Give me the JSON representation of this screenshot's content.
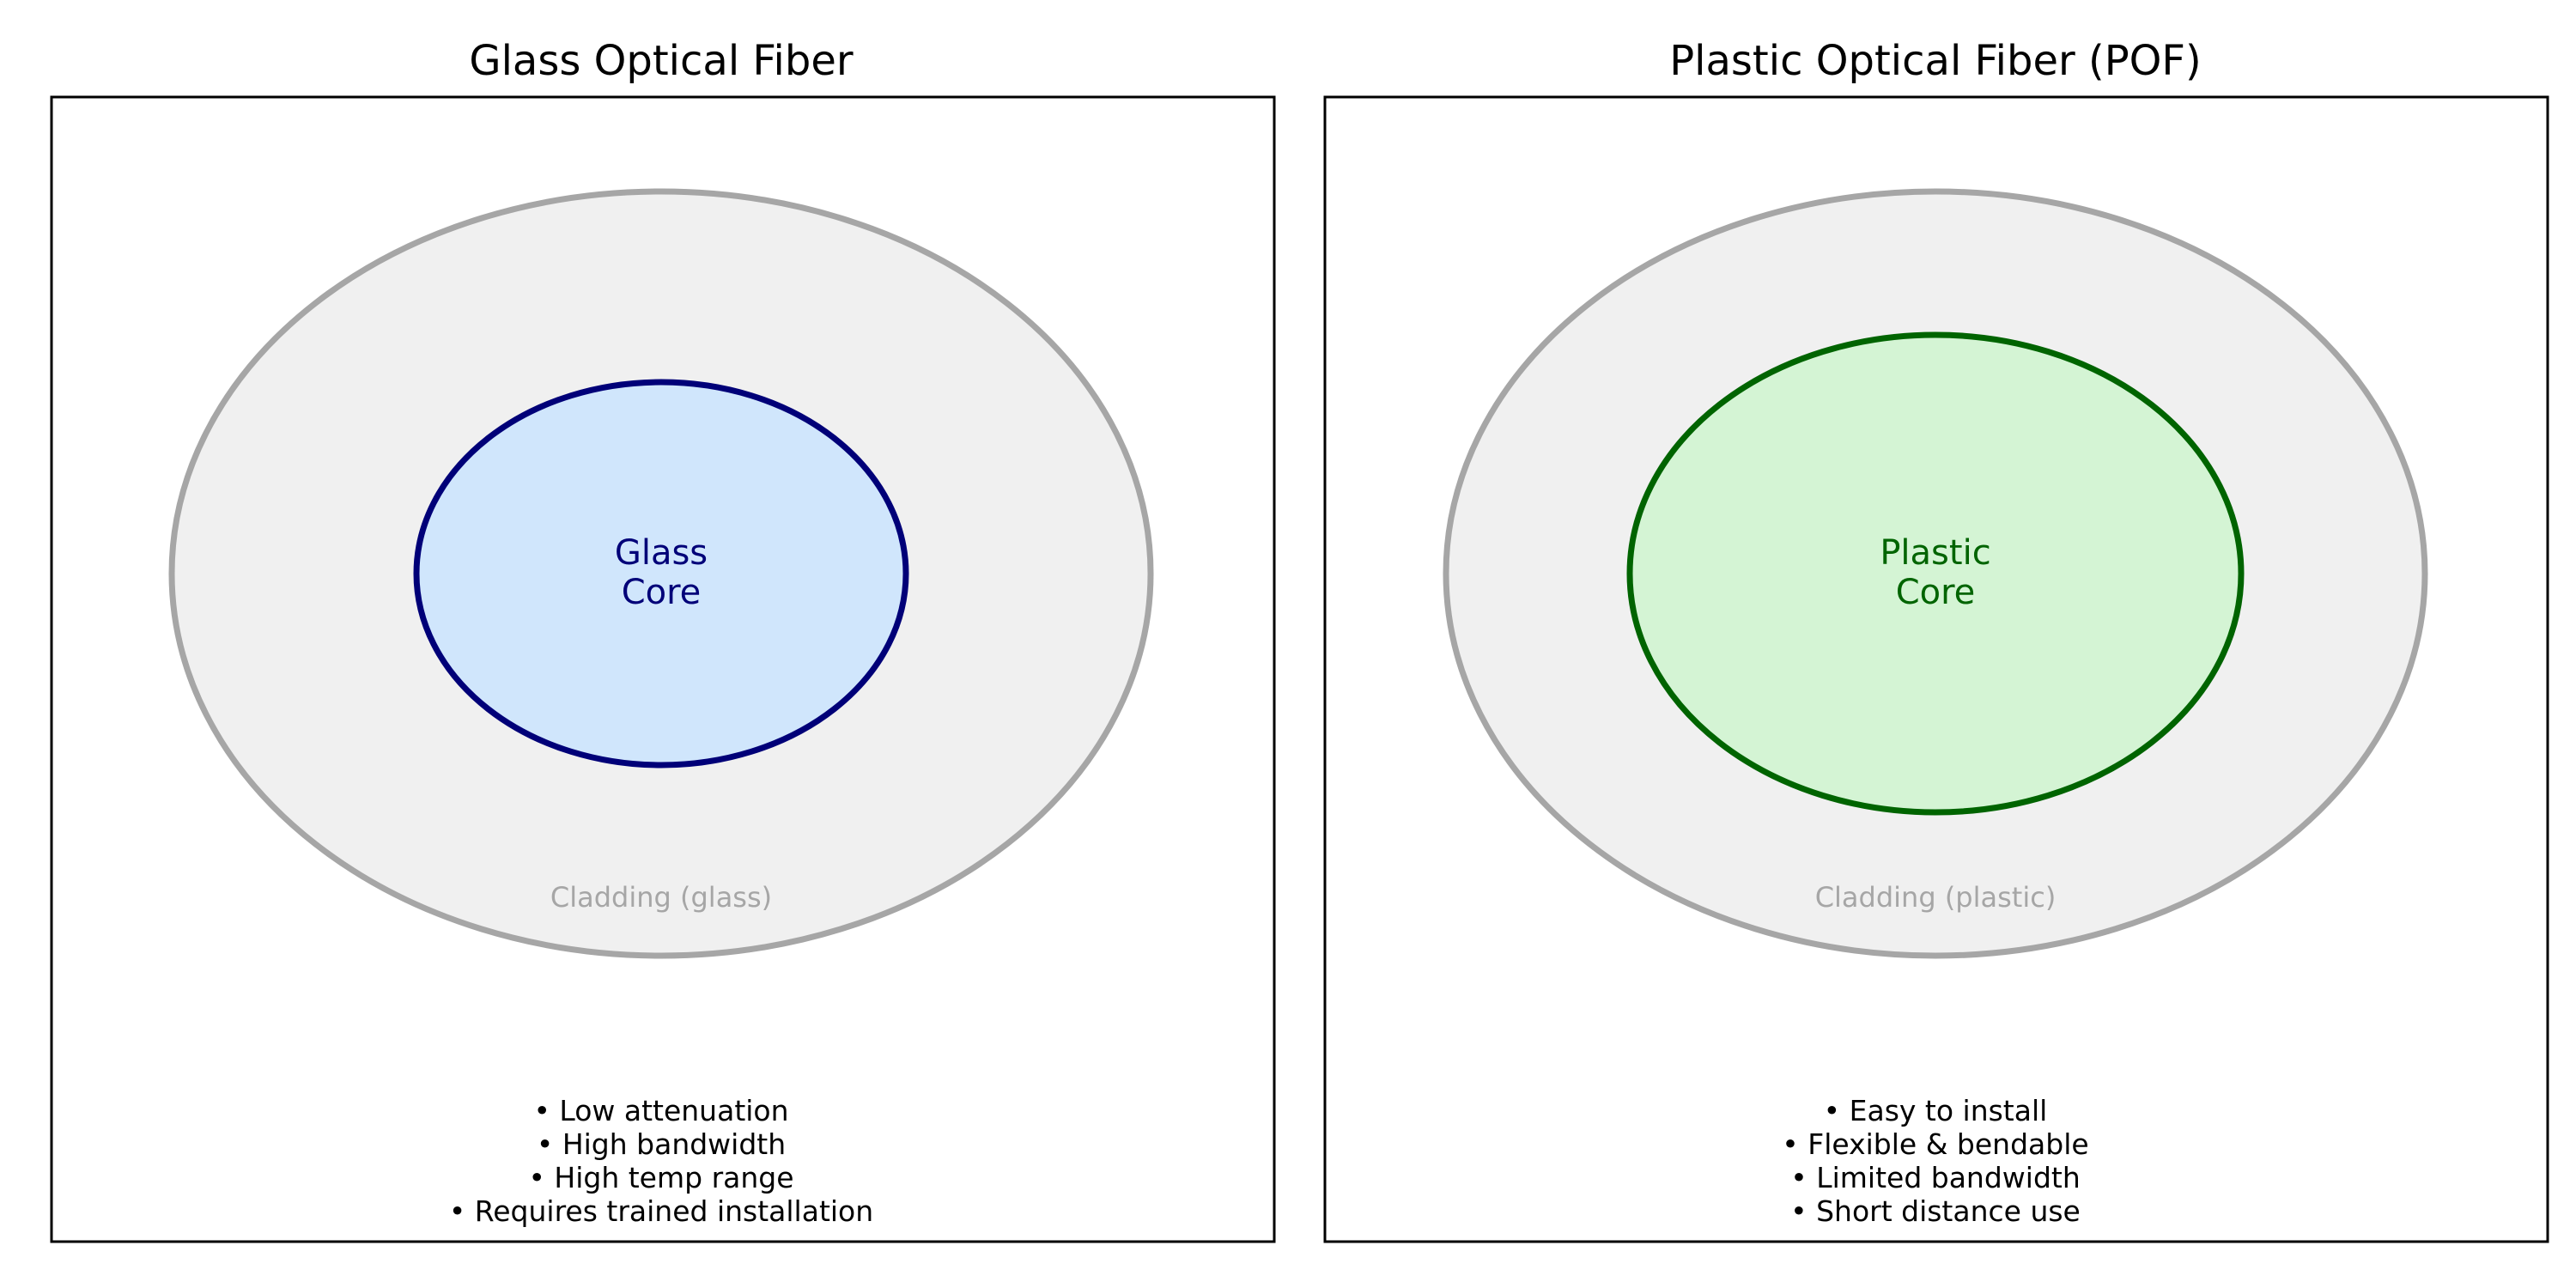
{
  "panels": [
    {
      "title": "Glass Optical Fiber",
      "core_label_lines": [
        "Glass",
        "Core"
      ],
      "cladding_label": "Cladding (glass)",
      "bullets": [
        "• Low attenuation",
        "• High bandwidth",
        "• High temp range",
        "• Requires trained installation"
      ],
      "colors": {
        "core_fill": "#d0e6fc",
        "core_stroke": "#000078",
        "core_text": "#000078"
      }
    },
    {
      "title": "Plastic Optical Fiber (POF)",
      "core_label_lines": [
        "Plastic",
        "Core"
      ],
      "cladding_label": "Cladding (plastic)",
      "bullets": [
        "• Easy to install",
        "• Flexible & bendable",
        "• Limited bandwidth",
        "• Short distance use"
      ],
      "colors": {
        "core_fill": "#d4f4d4",
        "core_stroke": "#006400",
        "core_text": "#006400"
      }
    }
  ],
  "colors": {
    "cladding_fill": "#f0f0f0",
    "cladding_stroke": "#a6a6a6",
    "frame_stroke": "#000000"
  }
}
